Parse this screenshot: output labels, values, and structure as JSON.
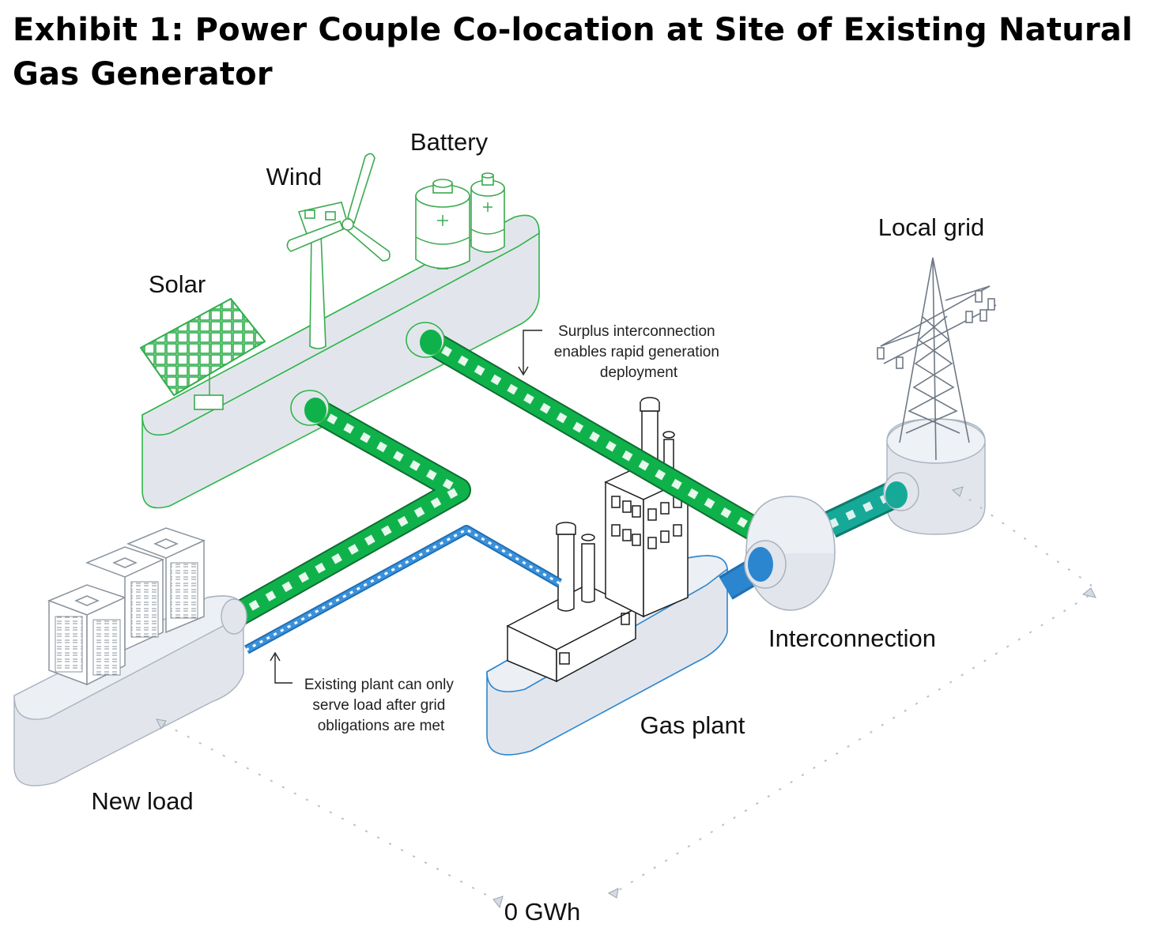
{
  "title": "Exhibit 1: Power Couple Co-location at Site of Existing Natural Gas Generator",
  "nodes": {
    "battery": "Battery",
    "wind": "Wind",
    "solar": "Solar",
    "local_grid": "Local grid",
    "interconnection": "Interconnection",
    "gas_plant": "Gas plant",
    "new_load": "New load"
  },
  "annotations": {
    "surplus": [
      "Surplus interconnection",
      "enables rapid generation",
      "deployment"
    ],
    "existing": [
      "Existing plant can only",
      "serve load after grid",
      "obligations are met"
    ]
  },
  "flows": {
    "grid_to_load_value": "0 GWh"
  },
  "colors": {
    "renewable_flow": "#0fb24a",
    "gas_flow": "#2b86cf",
    "grid_flow": "#16a998",
    "platform_fill": "#e2e6ec",
    "dashed_arrows": "#b8c1cc"
  }
}
